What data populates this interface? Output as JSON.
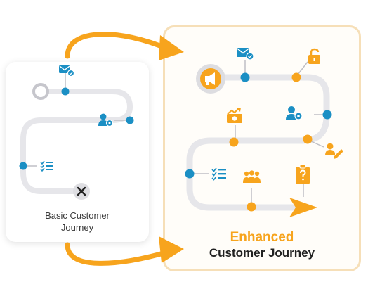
{
  "basic": {
    "title_line1": "Basic Customer",
    "title_line2": "Journey"
  },
  "enhanced": {
    "title_line1": "Enhanced",
    "title_line2": "Customer Journey"
  },
  "colors": {
    "orange": "#f7a41d",
    "blue": "#1b8fc4",
    "track": "#e6e6ea"
  },
  "icons": [
    "email-check-icon",
    "user-gear-icon",
    "checklist-icon",
    "close-icon",
    "megaphone-icon",
    "unlock-icon",
    "money-growth-icon",
    "user-edit-icon",
    "team-icon",
    "clipboard-question-icon",
    "arrow-icon"
  ]
}
